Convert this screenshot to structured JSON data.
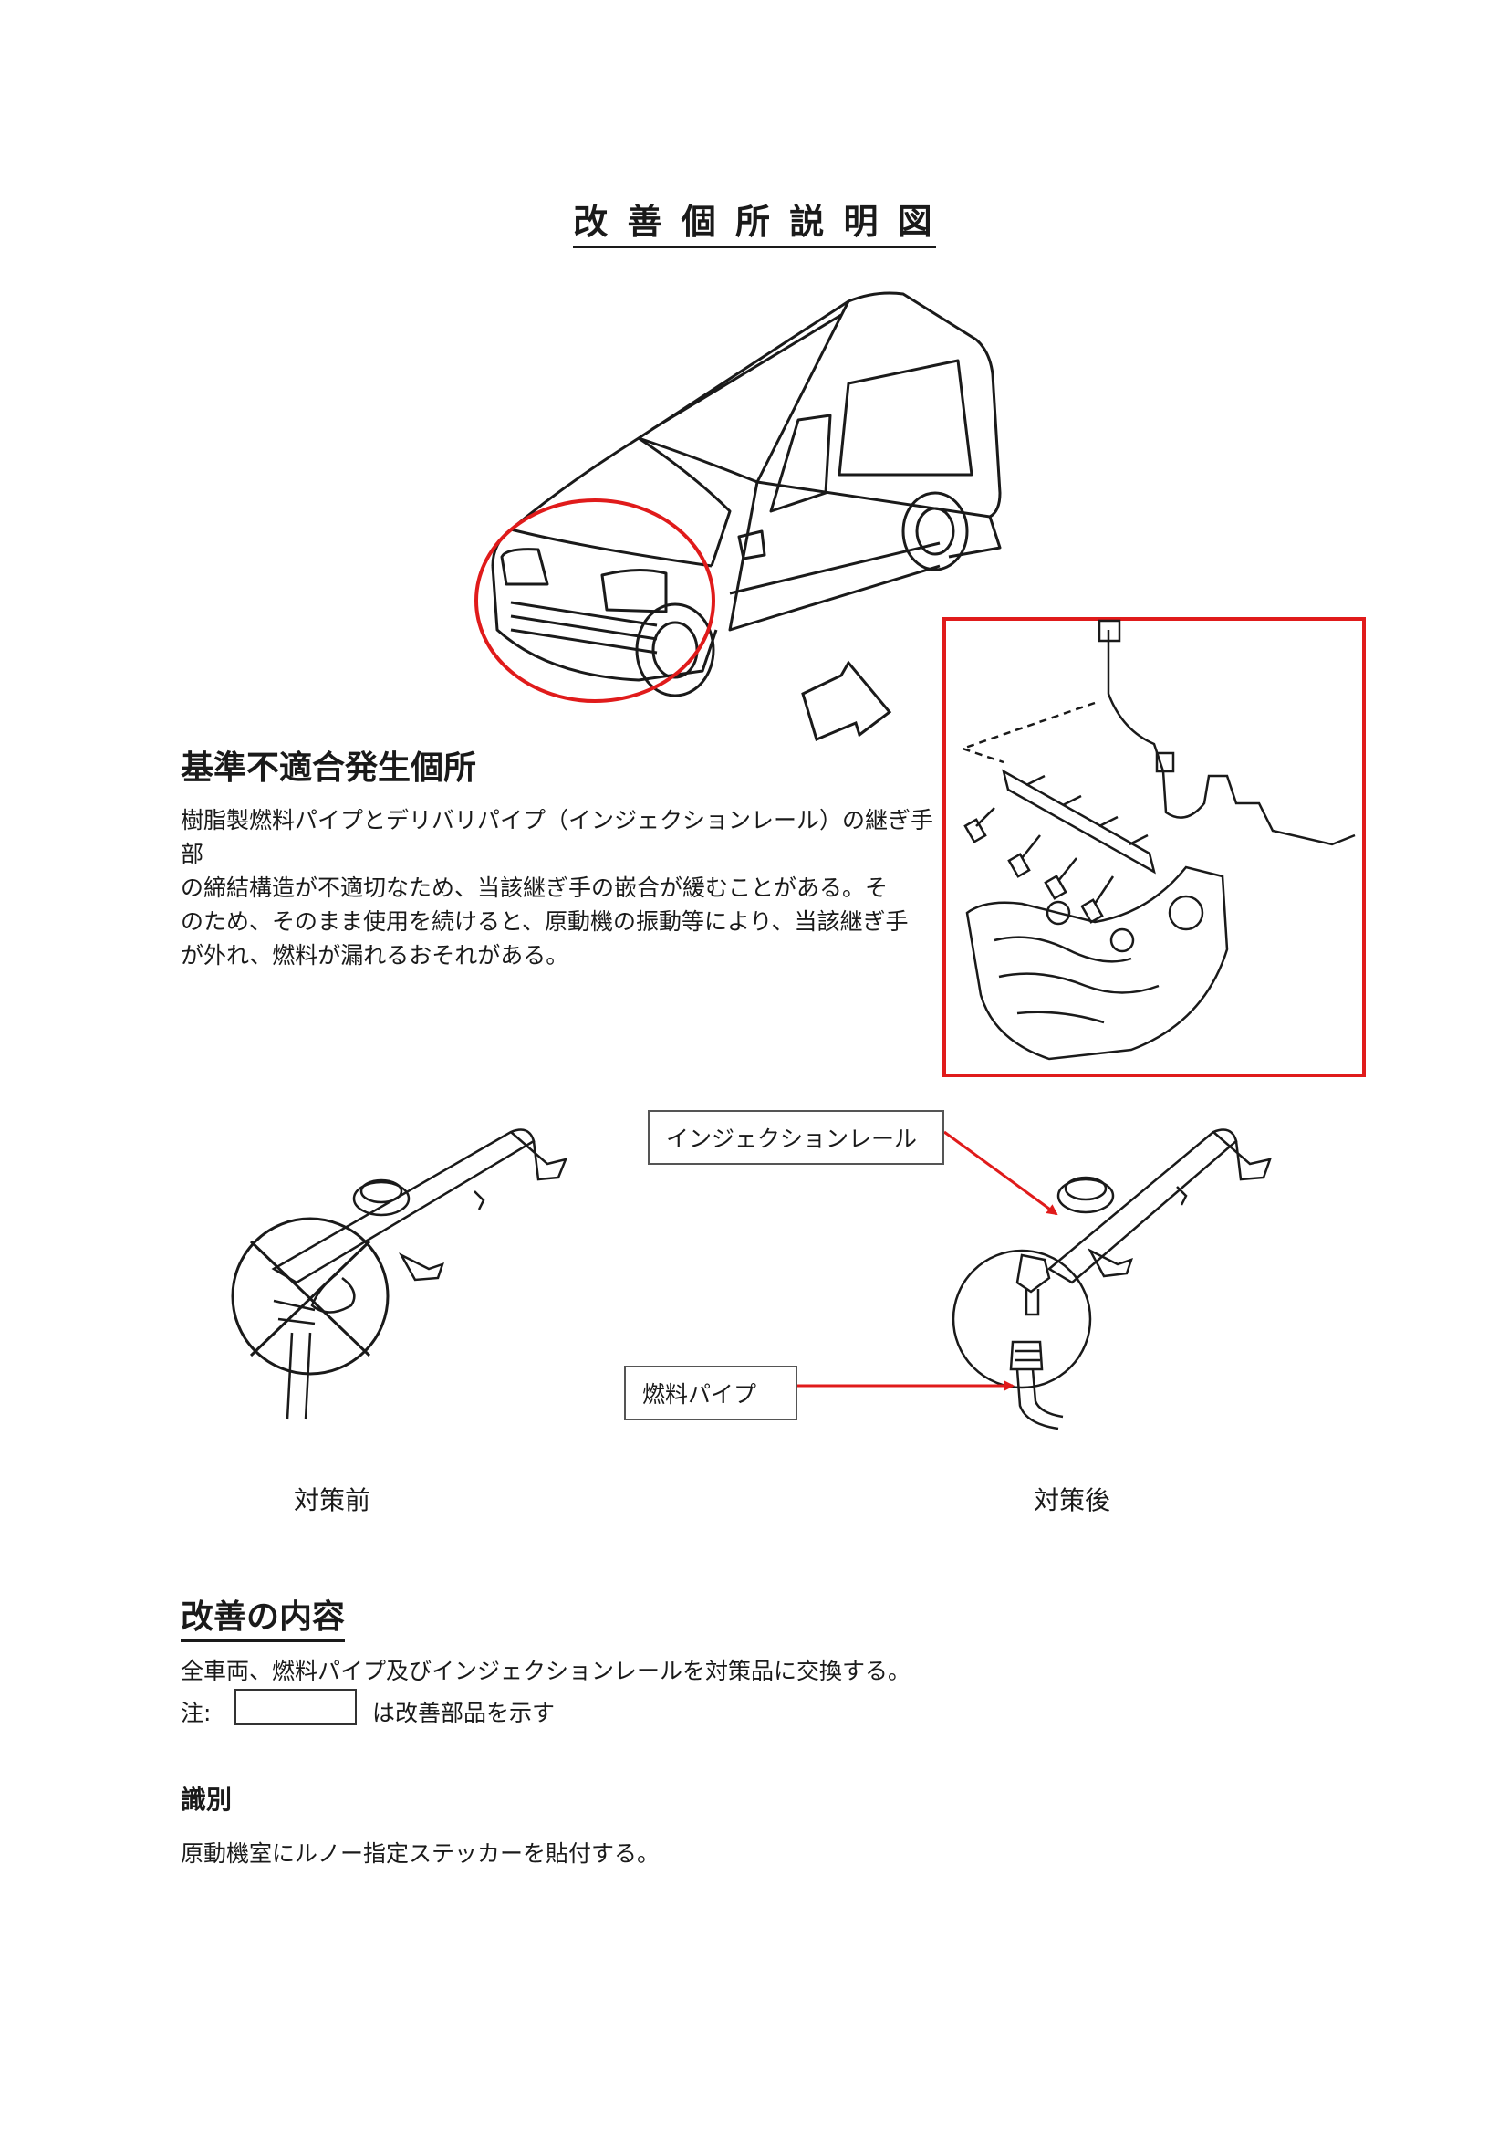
{
  "page": {
    "title": "改 善 個 所 説 明 図"
  },
  "defect": {
    "heading": "基準不適合発生個所",
    "description": [
      "樹脂製燃料パイプとデリバリパイプ（インジェクションレール）の継ぎ手部",
      "の締結構造が不適切なため、当該継ぎ手の嵌合が緩むことがある。そ",
      "のため、そのまま使用を続けると、原動機の振動等により、当該継ぎ手",
      "が外れ、燃料が漏れるおそれがある。"
    ]
  },
  "callouts": {
    "injection_rail": "インジェクションレール",
    "fuel_pipe": "燃料パイプ"
  },
  "captions": {
    "before": "対策前",
    "after": "対策後"
  },
  "improvement": {
    "heading": "改善の内容",
    "text": "全車両、燃料パイプ及びインジェクションレールを対策品に交換する。",
    "note_prefix": "注:",
    "note_suffix": "は改善部品を示す"
  },
  "identification": {
    "heading": "識別",
    "text": "原動機室にルノー指定ステッカーを貼付する。"
  },
  "colors": {
    "highlight": "#e01b1b",
    "ink": "#1a1a1a"
  }
}
